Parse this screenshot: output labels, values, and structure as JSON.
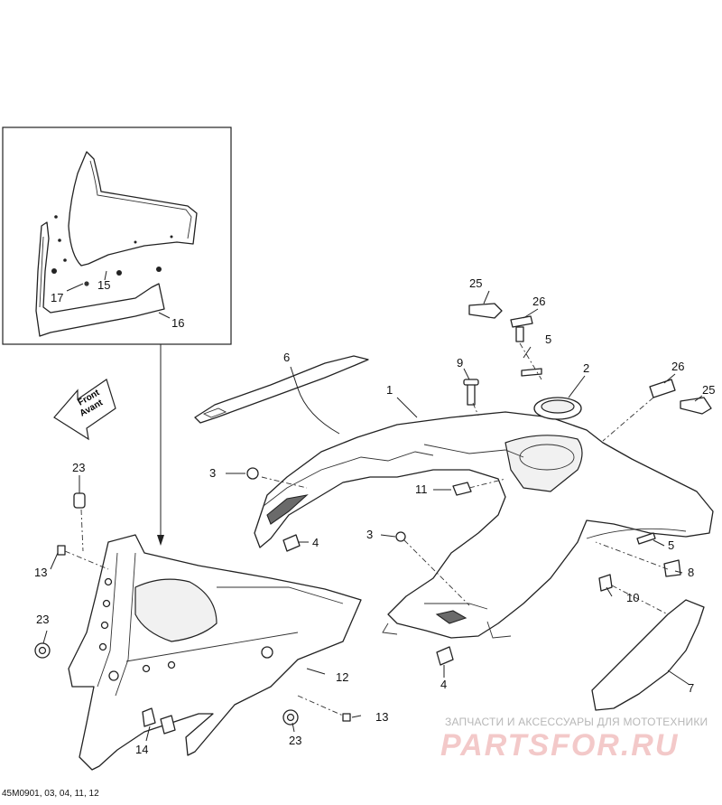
{
  "diagram_code": "45M0901, 03, 04, 11, 12",
  "front_label": {
    "line1": "Front",
    "line2": "Avant"
  },
  "callouts": [
    {
      "id": "c1",
      "text": "1"
    },
    {
      "id": "c2",
      "text": "2"
    },
    {
      "id": "c3a",
      "text": "3"
    },
    {
      "id": "c3b",
      "text": "3"
    },
    {
      "id": "c4a",
      "text": "4"
    },
    {
      "id": "c4b",
      "text": "4"
    },
    {
      "id": "c5a",
      "text": "5"
    },
    {
      "id": "c5b",
      "text": "5"
    },
    {
      "id": "c6",
      "text": "6"
    },
    {
      "id": "c7",
      "text": "7"
    },
    {
      "id": "c8",
      "text": "8"
    },
    {
      "id": "c9",
      "text": "9"
    },
    {
      "id": "c10",
      "text": "10"
    },
    {
      "id": "c11",
      "text": "11"
    },
    {
      "id": "c12",
      "text": "12"
    },
    {
      "id": "c13a",
      "text": "13"
    },
    {
      "id": "c13b",
      "text": "13"
    },
    {
      "id": "c14",
      "text": "14"
    },
    {
      "id": "c15",
      "text": "15"
    },
    {
      "id": "c16",
      "text": "16"
    },
    {
      "id": "c17",
      "text": "17"
    },
    {
      "id": "c23a",
      "text": "23"
    },
    {
      "id": "c23b",
      "text": "23"
    },
    {
      "id": "c23c",
      "text": "23"
    },
    {
      "id": "c25a",
      "text": "25"
    },
    {
      "id": "c25b",
      "text": "25"
    },
    {
      "id": "c26a",
      "text": "26"
    },
    {
      "id": "c26b",
      "text": "26"
    }
  ],
  "watermark": {
    "tagline": "ЗАПЧАСТИ И АКСЕССУАРЫ ДЛЯ МОТОТЕХНИКИ",
    "logo": "PARTSFOR.RU"
  }
}
